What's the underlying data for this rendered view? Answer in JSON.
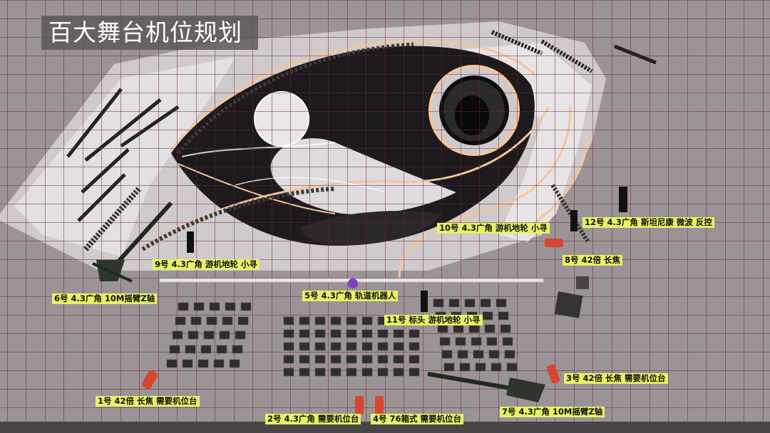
{
  "title": "百大舞台机位规划",
  "colors": {
    "background": "#9a9496",
    "grid": "#7a1e32",
    "stage_dark": "#1c1a1c",
    "stage_light": "#e8e6e8",
    "truss_highlight": "#f3c79a",
    "label_bg": "#e6f266",
    "camera_red": "#d9452f",
    "robot_purple": "#7d3fc4"
  },
  "cameras": [
    {
      "id": "cam-1",
      "label": "1号 42倍 长焦 需要机位台"
    },
    {
      "id": "cam-2",
      "label": "2号 4.3广角 需要机位台"
    },
    {
      "id": "cam-3",
      "label": "3号 42倍 长焦 需要机位台"
    },
    {
      "id": "cam-4",
      "label": "4号 76箱式 需要机位台"
    },
    {
      "id": "cam-5",
      "label": "5号 4.3广角 轨道机器人"
    },
    {
      "id": "cam-6",
      "label": "6号 4.3广角 10M摇臂Z轴"
    },
    {
      "id": "cam-7",
      "label": "7号 4.3广角 10M摇臂Z轴"
    },
    {
      "id": "cam-8",
      "label": "8号 42倍 长焦"
    },
    {
      "id": "cam-9",
      "label": "9号 4.3广角 游机地轮 小寻"
    },
    {
      "id": "cam-10",
      "label": "10号 4.3广角 游机地轮 小寻"
    },
    {
      "id": "cam-11",
      "label": "11号 标头 游机地轮 小寻"
    },
    {
      "id": "cam-12",
      "label": "12号 4.3广角 斯坦尼康 微波 反控"
    }
  ]
}
